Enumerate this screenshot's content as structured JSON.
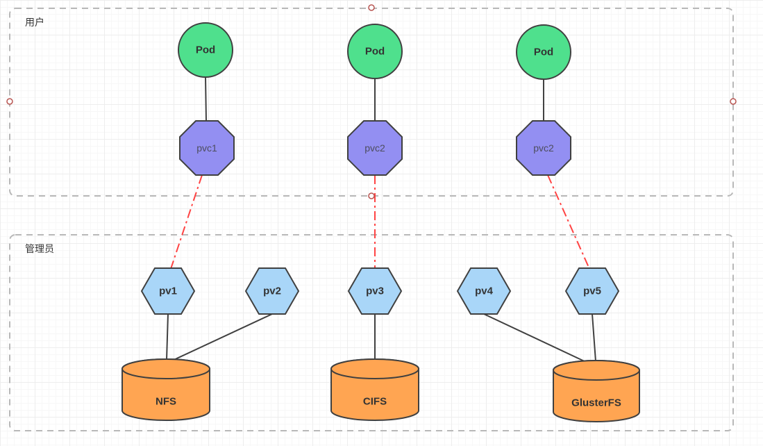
{
  "diagram": {
    "containers": [
      {
        "label": "用户"
      },
      {
        "label": "管理员"
      }
    ],
    "pods": [
      {
        "label": "Pod"
      },
      {
        "label": "Pod"
      },
      {
        "label": "Pod"
      }
    ],
    "pvcs": [
      {
        "label": "pvc1"
      },
      {
        "label": "pvc2"
      },
      {
        "label": "pvc2"
      }
    ],
    "pvs": [
      {
        "label": "pv1"
      },
      {
        "label": "pv2"
      },
      {
        "label": "pv3"
      },
      {
        "label": "pv4"
      },
      {
        "label": "pv5"
      }
    ],
    "storages": [
      {
        "label": "NFS"
      },
      {
        "label": "CIFS"
      },
      {
        "label": "GlusterFS"
      }
    ],
    "colors": {
      "pod_fill": "#4fe08d",
      "pvc_fill": "#938ff2",
      "pv_fill": "#a9d6f8",
      "storage_fill": "#ffa552",
      "shape_border": "#404040",
      "edge": "#404040",
      "bind_edge": "#ff4343",
      "container_border": "#b8b8b8",
      "handle_border": "#b85450"
    }
  }
}
